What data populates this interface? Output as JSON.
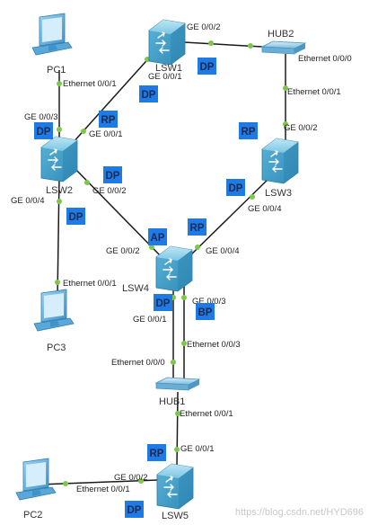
{
  "colors": {
    "badge_fill": "#1e7be6",
    "link_line": "#1a1a1a",
    "port_dot": "#7cc84a",
    "switch_body": "#5fb8d8",
    "pc_body": "#63b0e0",
    "hub_body": "#8fc6e4"
  },
  "devices": {
    "pc1": "PC1",
    "pc2": "PC2",
    "pc3": "PC3",
    "lsw1": "LSW1",
    "lsw2": "LSW2",
    "lsw3": "LSW3",
    "lsw4": "LSW4",
    "lsw5": "LSW5",
    "hub1": "HUB1",
    "hub2": "HUB2"
  },
  "ports": {
    "pc1_eth": "Ethernet 0/0/1",
    "lsw1_g002": "GE 0/0/2",
    "lsw1_g001": "GE 0/0/1",
    "hub2_e000": "Ethernet 0/0/0",
    "hub2_e001": "Ethernet 0/0/1",
    "lsw2_g003": "GE 0/0/3",
    "lsw2_g001": "GE 0/0/1",
    "lsw2_g002": "GE 0/0/2",
    "lsw2_g004": "GE 0/0/4",
    "lsw3_g002": "GE 0/0/2",
    "lsw3_g004": "GE 0/0/4",
    "lsw4_g002": "GE 0/0/2",
    "lsw4_g004": "GE 0/0/4",
    "lsw4_g003": "GE 0/0/3",
    "lsw4_g001": "GE 0/0/1",
    "pc3_eth": "Ethernet 0/0/1",
    "hub1_e003": "Ethernet 0/0/3",
    "hub1_e000": "Ethernet 0/0/0",
    "hub1_e001": "Ethernet 0/0/1",
    "lsw5_g001": "GE 0/0/1",
    "lsw5_g002": "GE 0/0/2",
    "pc2_eth": "Ethernet 0/0/1"
  },
  "roles": {
    "lsw1_g002": "DP",
    "lsw1_g001": "DP",
    "lsw2_g003": "DP",
    "lsw2_g001": "RP",
    "lsw2_g002": "DP",
    "lsw2_g004": "DP",
    "lsw3_g002": "RP",
    "lsw3_g004": "DP",
    "lsw4_g002": "AP",
    "lsw4_g004": "RP",
    "lsw4_g001": "DP",
    "lsw4_g003": "BP",
    "lsw5_g001": "RP",
    "lsw5_g002": "DP"
  },
  "watermark": "https://blog.csdn.net/HYD696"
}
